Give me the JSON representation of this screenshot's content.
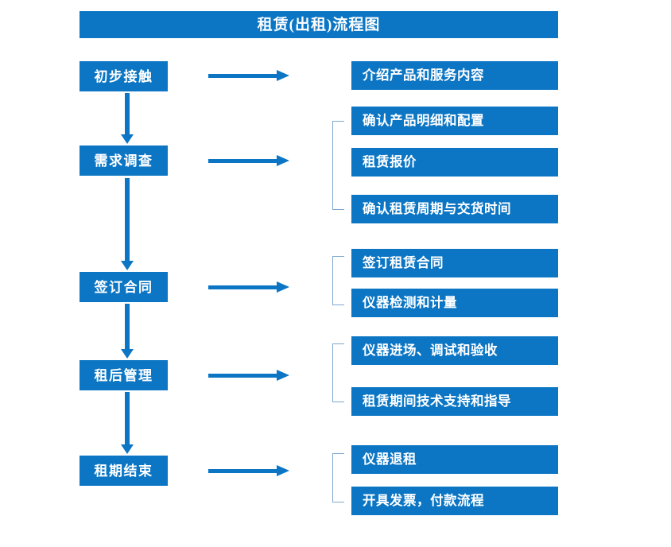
{
  "chart": {
    "title": "租赁(出租)流程图",
    "accent_color": "#0C76C4",
    "bracket_color": "#7FA8CF",
    "text_color": "#FFFFFF",
    "background_color": "#FFFFFF"
  },
  "stages": [
    {
      "label": "初步接触"
    },
    {
      "label": "需求调查"
    },
    {
      "label": "签订合同"
    },
    {
      "label": "租后管理"
    },
    {
      "label": "租期结束"
    }
  ],
  "details": [
    {
      "label": "介绍产品和服务内容"
    },
    {
      "label": "确认产品明细和配置"
    },
    {
      "label": "租赁报价"
    },
    {
      "label": "确认租赁周期与交货时间"
    },
    {
      "label": "签订租赁合同"
    },
    {
      "label": "仪器检测和计量"
    },
    {
      "label": "仪器进场、调试和验收"
    },
    {
      "label": "租赁期间技术支持和指导"
    },
    {
      "label": "仪器退租"
    },
    {
      "label": "开具发票，付款流程"
    }
  ]
}
